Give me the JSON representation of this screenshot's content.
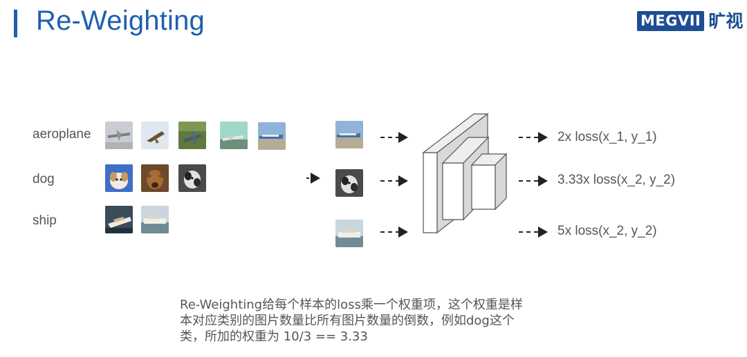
{
  "header": {
    "title": "Re-Weighting",
    "logo_text": "MEGVII",
    "logo_cn": "旷视"
  },
  "classes": [
    {
      "label": "aeroplane",
      "image_count": 5
    },
    {
      "label": "dog",
      "image_count": 3
    },
    {
      "label": "ship",
      "image_count": 2
    }
  ],
  "losses": [
    {
      "text": "2x loss(x_1, y_1)"
    },
    {
      "text": "3.33x loss(x_2, y_2)"
    },
    {
      "text": "5x loss(x_2, y_2)"
    }
  ],
  "caption": {
    "line1": "Re-Weighting给每个样本的loss乘一个权重项，这个权重是样",
    "line2": "本对应类别的图片数量比所有图片数量的倒数，例如dog这个",
    "line3": "类，所加的权重为 10/3 == 3.33"
  },
  "colors": {
    "title": "#1f5fae",
    "logo": "#1d4d94",
    "text": "#555555",
    "arrow": "#222222",
    "network_stroke": "#555555"
  }
}
